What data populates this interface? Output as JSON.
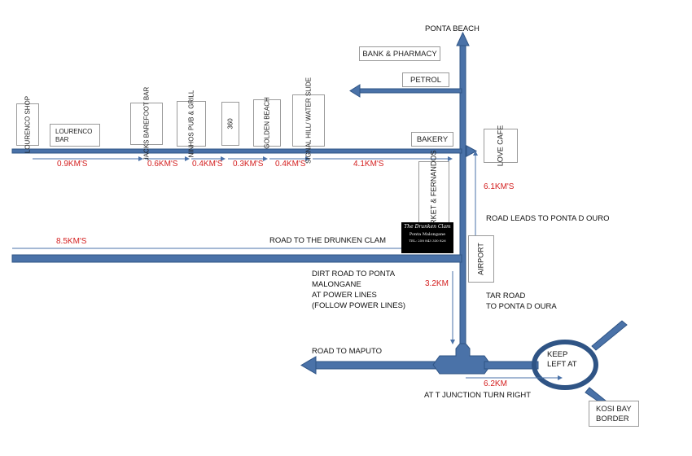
{
  "labels": {
    "ponta_beach": "PONTA BEACH",
    "bank_pharmacy": "BANK & PHARMACY",
    "petrol": "PETROL",
    "bakery": "BAKERY",
    "love_cafe": "LOVE\nCAFE",
    "market": "MARKET &\nFERNANDOS",
    "airport": "AIRPORT",
    "road_leads": "ROAD LEADS TO PONTA D OURO",
    "drunken_clam": "ROAD TO THE DRUNKEN CLAM",
    "dirt_road": "DIRT ROAD TO PONTA\nMALONGANE\nAT POWER LINES\n(FOLLOW POWER LINES)",
    "tar_road": "TAR ROAD\nTO PONTA D OURA",
    "road_maputo": "ROAD TO MAPUTO",
    "keep_left": "KEEP\nLEFT AT",
    "t_junction": "AT T JUNCTION TURN RIGHT",
    "kosi_bay": "KOSI BAY\nBORDER",
    "lourenco_shop": "LOURENCO\nSHOP",
    "lourenco_bar": "LOURENCO\nBAR",
    "jacks": "JACKS\nBAREFOOT\nBAR",
    "ninhos": "NINHOS PUB\n& GRILL",
    "p360": "360",
    "golden_beach": "GOLDEN\nBEACH",
    "signal_hill": "SIGNAL HILL/\nWATER SLIDE"
  },
  "distances": {
    "d1": "0.9KM'S",
    "d2": "0.6KM'S",
    "d3": "0.4KM'S",
    "d4": "0.3KM'S",
    "d5": "0.4KM'S",
    "d6": "4.1KM'S",
    "d7": "6.1KM'S",
    "d8": "8.5KM'S",
    "d9": "3.2KM",
    "d10": "6.2KM"
  },
  "logo": {
    "name": "The Drunken Clam",
    "sub": "Ponta Malongane",
    "tel": "TEL: 258 843 330 826"
  },
  "colors": {
    "road": "#4a72a8",
    "road_stroke": "#2f5485",
    "distance_text": "#d42020"
  }
}
